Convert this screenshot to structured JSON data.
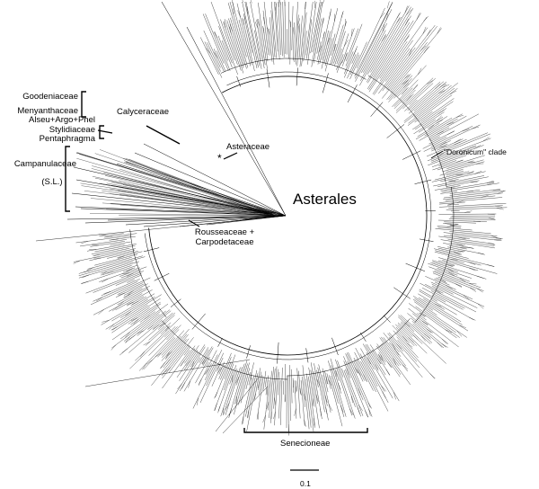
{
  "figure": {
    "title": "Asterales",
    "clades": {
      "goodeniaceae": "Goodeniaceae",
      "menyanthaceae": "Menyanthaceae",
      "alseu_argo_phel": "Alseu+Argo+Phel",
      "stylidiaceae": "Stylidiaceae",
      "pentaphragma": "Pentaphragma",
      "campanulaceae": "Campanulaceae",
      "campanulaceae_sl": "(S.L.)",
      "calyceraceae": "Calyceraceae",
      "asteraceae": "Asteraceae",
      "rousseaceae_line1": "Rousseaceae +",
      "rousseaceae_line2": "Carpodetaceae",
      "doronicum": "\"Doronicum\" clade",
      "senecioneae": "Senecioneae"
    },
    "asterisk": "*",
    "scale_bar_label": "0.1",
    "line_color": "#000000"
  }
}
